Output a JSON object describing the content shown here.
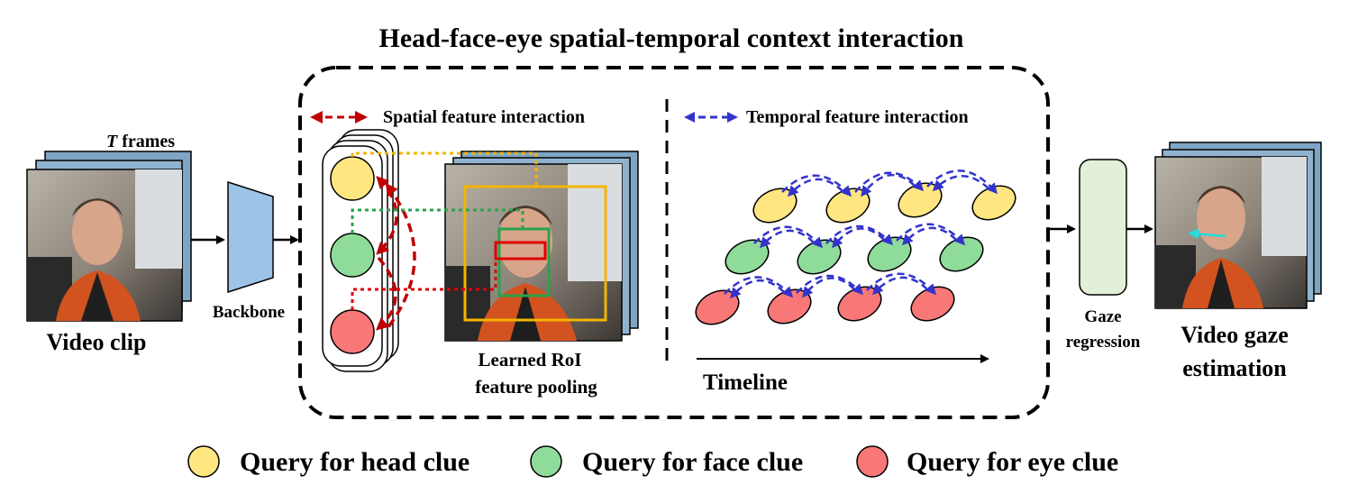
{
  "title": "Head-face-eye spatial-temporal context interaction",
  "input": {
    "frames_label_italic": "T",
    "frames_label_rest": " frames",
    "caption": "Video clip"
  },
  "backbone": {
    "label": "Backbone"
  },
  "spatial": {
    "legend_label": "Spatial feature interaction",
    "roi_caption_line1": "Learned RoI",
    "roi_caption_line2": "feature pooling"
  },
  "temporal": {
    "legend_label": "Temporal feature interaction",
    "timeline_label": "Timeline"
  },
  "regression": {
    "line1": "Gaze",
    "line2": "regression"
  },
  "output": {
    "line1": "Video gaze",
    "line2": "estimation"
  },
  "legend": {
    "head": "Query for head clue",
    "face": "Query for face clue",
    "eye": "Query for eye clue"
  },
  "colors": {
    "head": "#ffe680",
    "face": "#8fdb9a",
    "eye": "#f87777",
    "spatial_arrow": "#c00000",
    "temporal_arrow": "#3333cc",
    "backbone": "#9dc3e6",
    "regression": "#e2f0d9",
    "roi_head": "#f4b400",
    "roi_face": "#2aa34a",
    "roi_eye": "#e00000"
  }
}
